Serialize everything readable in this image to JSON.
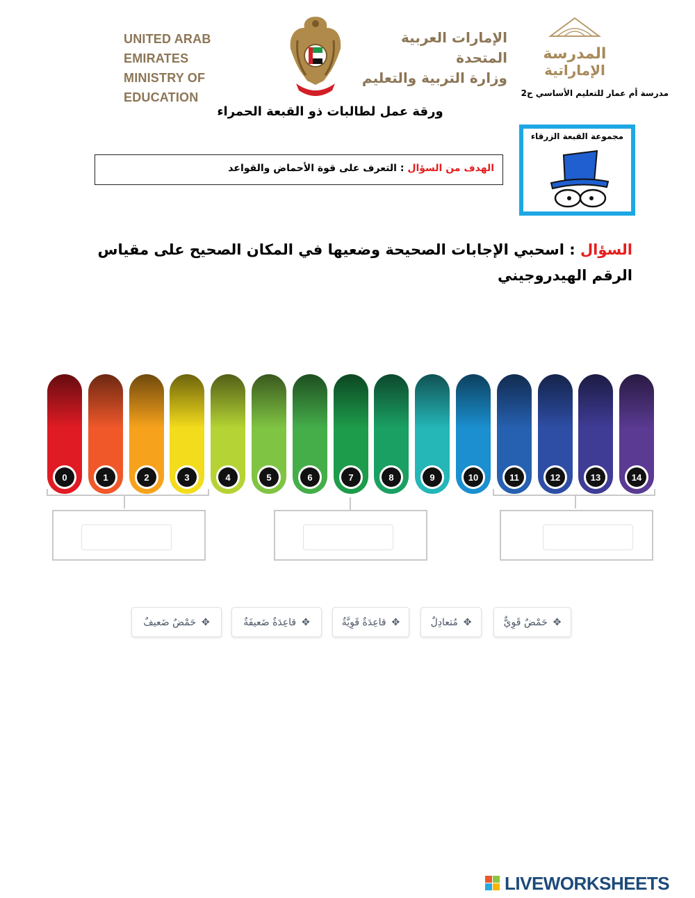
{
  "header": {
    "ministry_en_line1": "UNITED ARAB EMIRATES",
    "ministry_en_line2": "MINISTRY OF EDUCATION",
    "ministry_ar_line1": "الإمارات العربية المتحدة",
    "ministry_ar_line2": "وزارة التربية والتعليم",
    "school_logo_line1": "المدرسة",
    "school_logo_line2": "الإماراتية",
    "school_name": "مدرسة أم عمار للتعليم الأساسي ح2",
    "title": "ورقة عمل لطالبات ذو القبعة الحمراء"
  },
  "goal": {
    "label": "الهدف من السؤال",
    "separator": " : ",
    "text": "التعرف على قوة الأحماض والقواعد"
  },
  "group": {
    "label": "مجموعة القبعة الزرقاء"
  },
  "question": {
    "label": "السؤال",
    "separator": " : ",
    "text": "اسحبي الإجابات الصحيحة وضعيها في المكان الصحيح على مقياس الرقم الهيدروجيني"
  },
  "ph_scale": {
    "labels": [
      "0",
      "1",
      "2",
      "3",
      "4",
      "5",
      "6",
      "7",
      "8",
      "9",
      "10",
      "11",
      "12",
      "13",
      "14"
    ],
    "colors": [
      "#e01b24",
      "#f0582a",
      "#f7a21c",
      "#f3dc1c",
      "#b5d334",
      "#80c443",
      "#45ae49",
      "#1d9c4b",
      "#1ba063",
      "#25b6b8",
      "#1b8fcf",
      "#2660b0",
      "#2e4ea5",
      "#3f3c96",
      "#5a3a92"
    ]
  },
  "drop_zones": [
    {
      "value": ""
    },
    {
      "value": ""
    },
    {
      "value": ""
    }
  ],
  "chips": [
    {
      "icon": "move-icon",
      "label": "حَمْضٌ قَوِيٌّ"
    },
    {
      "icon": "move-icon",
      "label": "مُتعادِلٌ"
    },
    {
      "icon": "move-icon",
      "label": "قاعِدَةٌ قَوِيَّةٌ"
    },
    {
      "icon": "move-icon",
      "label": "قاعِدَةٌ ضَعيفَةٌ"
    },
    {
      "icon": "move-icon",
      "label": "حَمْضٌ ضَعيفٌ"
    }
  ],
  "footer": {
    "brand": "LIVEWORKSHEETS"
  }
}
